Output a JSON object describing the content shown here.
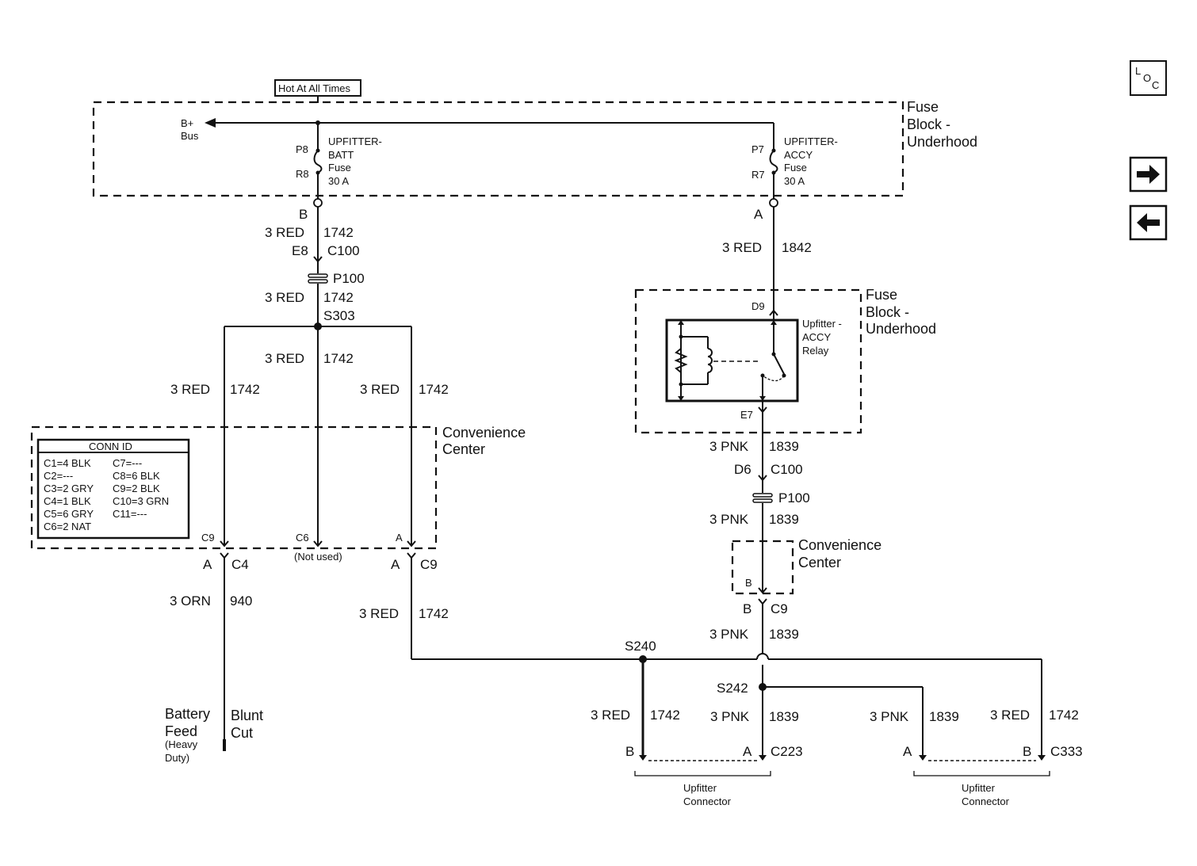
{
  "nav": {
    "loc_letters": [
      "L",
      "O",
      "C"
    ]
  },
  "top": {
    "hot_label": "Hot At All Times"
  },
  "fuse_block_top": {
    "title": [
      "Fuse",
      "Block -",
      "Underhood"
    ],
    "bus": [
      "B+",
      "Bus"
    ],
    "fuse_batt": {
      "pin_top": "P8",
      "pin_bottom": "R8",
      "lines": [
        "UPFITTER-",
        "BATT",
        "Fuse",
        "30 A"
      ]
    },
    "fuse_accy": {
      "pin_top": "P7",
      "pin_bottom": "R7",
      "lines": [
        "UPFITTER-",
        "ACCY",
        "Fuse",
        "30 A"
      ]
    },
    "term_left": "B",
    "term_right": "A"
  },
  "left_feed": {
    "w1": {
      "gauge": "3 RED",
      "circuit": "1742"
    },
    "conn1": {
      "pin": "E8",
      "id": "C100"
    },
    "pass": "P100",
    "w2": {
      "gauge": "3 RED",
      "circuit": "1742"
    },
    "splice": "S303",
    "branch_mid": {
      "gauge": "3 RED",
      "circuit": "1742"
    },
    "branch_left": {
      "gauge": "3 RED",
      "circuit": "1742"
    },
    "branch_right": {
      "gauge": "3 RED",
      "circuit": "1742"
    }
  },
  "convenience_center": {
    "title": [
      "Convenience",
      "Center"
    ],
    "conn_id_header": "CONN ID",
    "conn_id_left": [
      "C1=4 BLK",
      "C2=---",
      "C3=2 GRY",
      "C4=1 BLK",
      "C5=6 GRY",
      "C6=2 NAT"
    ],
    "conn_id_right": [
      "C7=---",
      "C8=6 BLK",
      "C9=2 BLK",
      "C10=3 GRN",
      "C11=---"
    ],
    "pin_left": "C9",
    "pin_mid": "C6",
    "pin_mid_note": "(Not used)",
    "pin_right": "A",
    "out_left": {
      "pin": "A",
      "conn": "C4"
    },
    "out_right": {
      "pin": "A",
      "conn": "C9"
    }
  },
  "battery_feed": {
    "wire": {
      "gauge": "3 ORN",
      "circuit": "940"
    },
    "label": [
      "Battery",
      "Feed",
      "(Heavy",
      "Duty)"
    ],
    "cut": [
      "Blunt",
      "Cut"
    ]
  },
  "right_red": {
    "gauge": "3 RED",
    "circuit": "1742"
  },
  "accy_feed": {
    "gauge": "3 RED",
    "circuit": "1842"
  },
  "fuse_block_relay": {
    "title": [
      "Fuse",
      "Block -",
      "Underhood"
    ],
    "pin_in": "D9",
    "pin_out": "E7",
    "relay": [
      "Upfitter -",
      "ACCY",
      "Relay"
    ]
  },
  "pnk_feed": {
    "w1": {
      "gauge": "3 PNK",
      "circuit": "1839"
    },
    "conn1": {
      "pin": "D6",
      "id": "C100"
    },
    "pass": "P100",
    "w2": {
      "gauge": "3 PNK",
      "circuit": "1839"
    },
    "cc_title": [
      "Convenience",
      "Center"
    ],
    "cc_pin": "B",
    "conn2": {
      "pin": "B",
      "id": "C9"
    },
    "w3": {
      "gauge": "3 PNK",
      "circuit": "1839"
    }
  },
  "splices": {
    "s240": "S240",
    "s242": "S242"
  },
  "upfitter_c223": {
    "red": {
      "gauge": "3 RED",
      "circuit": "1742"
    },
    "pnk": {
      "gauge": "3 PNK",
      "circuit": "1839"
    },
    "pin_b": "B",
    "pin_a": "A",
    "conn": "C223",
    "label": [
      "Upfitter",
      "Connector"
    ]
  },
  "upfitter_c333": {
    "pnk": {
      "gauge": "3 PNK",
      "circuit": "1839"
    },
    "red": {
      "gauge": "3 RED",
      "circuit": "1742"
    },
    "pin_a": "A",
    "pin_b": "B",
    "conn": "C333",
    "label": [
      "Upfitter",
      "Connector"
    ]
  }
}
